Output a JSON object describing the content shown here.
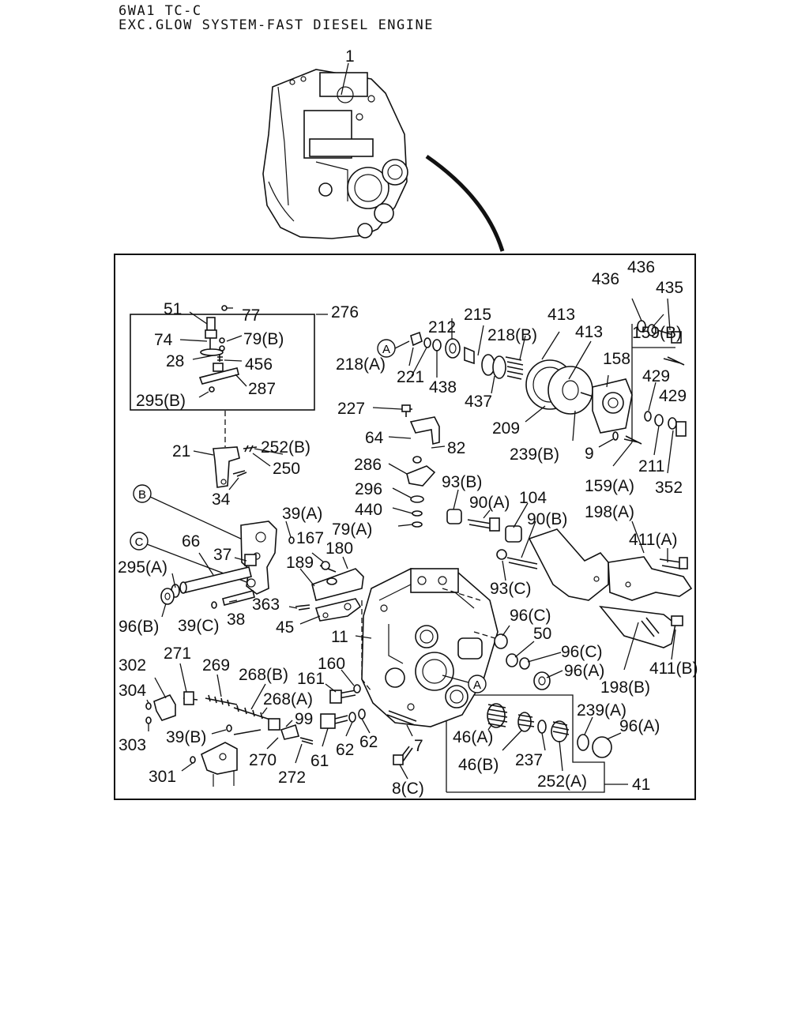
{
  "header": {
    "model": "6WA1 TC-C",
    "description": "EXC.GLOW SYSTEM-FAST DIESEL ENGINE"
  },
  "callout_letters": [
    "A",
    "B",
    "C"
  ],
  "part_labels": [
    "1",
    "276",
    "51",
    "77",
    "79(B)",
    "74",
    "28",
    "456",
    "287",
    "295(B)",
    "21",
    "252(B)",
    "250",
    "34",
    "212",
    "215",
    "218(B)",
    "413",
    "413",
    "436",
    "436",
    "435",
    "218(A)",
    "221",
    "438",
    "437",
    "209",
    "239(B)",
    "158",
    "159(B)",
    "429",
    "429",
    "9",
    "211",
    "159(A)",
    "352",
    "227",
    "64",
    "82",
    "286",
    "296",
    "440",
    "79(A)",
    "93(B)",
    "90(A)",
    "104",
    "90(B)",
    "198(A)",
    "411(A)",
    "39(A)",
    "167",
    "180",
    "189",
    "66",
    "37",
    "295(A)",
    "96(B)",
    "39(C)",
    "38",
    "363",
    "45",
    "11",
    "93(C)",
    "96(C)",
    "50",
    "96(C)",
    "96(A)",
    "198(B)",
    "411(B)",
    "302",
    "271",
    "269",
    "268(B)",
    "304",
    "268(A)",
    "161",
    "160",
    "99",
    "303",
    "39(B)",
    "270",
    "272",
    "61",
    "62",
    "62",
    "7",
    "8(C)",
    "301",
    "46(A)",
    "46(B)",
    "237",
    "239(A)",
    "96(A)",
    "252(A)",
    "41"
  ]
}
